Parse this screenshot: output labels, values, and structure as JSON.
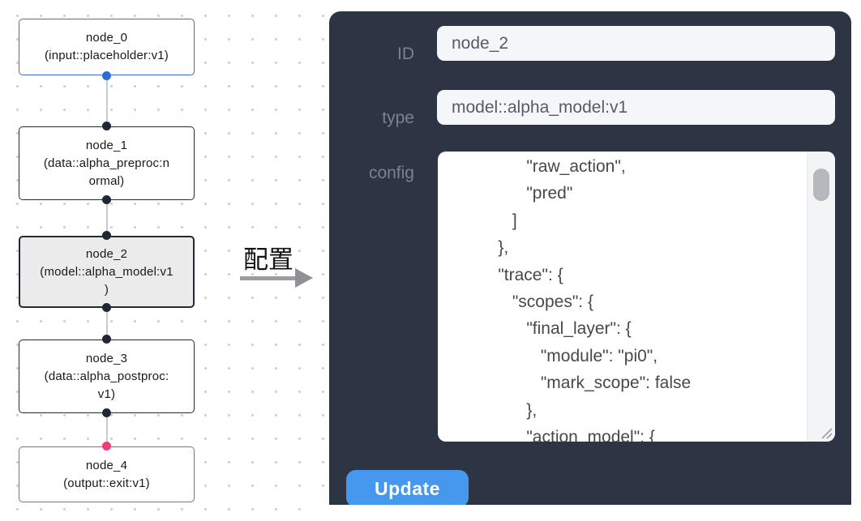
{
  "graph": {
    "nodes": [
      {
        "id": "node_0",
        "type": "input::placeholder:v1",
        "display": "node_0\n(input::placeholder:v1)",
        "state": "input"
      },
      {
        "id": "node_1",
        "type": "data::alpha_preproc:normal",
        "display": "node_1\n(data::alpha_preproc:n\normal)",
        "state": "default"
      },
      {
        "id": "node_2",
        "type": "model::alpha_model:v1",
        "display": "node_2\n(model::alpha_model:v1\n)",
        "state": "selected"
      },
      {
        "id": "node_3",
        "type": "data::alpha_postproc:v1",
        "display": "node_3\n(data::alpha_postproc:\nv1)",
        "state": "default"
      },
      {
        "id": "node_4",
        "type": "output::exit:v1",
        "display": "node_4\n(output::exit:v1)",
        "state": "output"
      }
    ]
  },
  "annotation": {
    "label": "配置"
  },
  "panel": {
    "fields": [
      {
        "label": "ID",
        "value": "node_2"
      },
      {
        "label": "type",
        "value": "model::alpha_model:v1"
      }
    ],
    "config_label": "config",
    "config_text": "                \"raw_action\",\n                \"pred\"\n             ]\n          },\n          \"trace\": {\n             \"scopes\": {\n                \"final_layer\": {\n                   \"module\": \"pi0\",\n                   \"mark_scope\": false\n                },\n                \"action_model\": {",
    "update_label": "Update"
  },
  "colors": {
    "panel_bg": "#2d3544",
    "field_bg": "#f5f6f9",
    "field_text": "#555c68",
    "label_text": "#7a8190",
    "config_text": "#45484e",
    "button_bg": "#4697ee",
    "button_text": "#ffffff",
    "node_border_default": "#232a36",
    "node_border_input": "#3a6ed0",
    "node_border_output": "#ee3b7c",
    "node_selected_bg": "#ebebec",
    "handle_input": "#2e6ad6",
    "handle_default": "#1f2734",
    "handle_output": "#f03a7c",
    "edge": "#c7cacd",
    "dot_grid": "#d0d0d4"
  }
}
